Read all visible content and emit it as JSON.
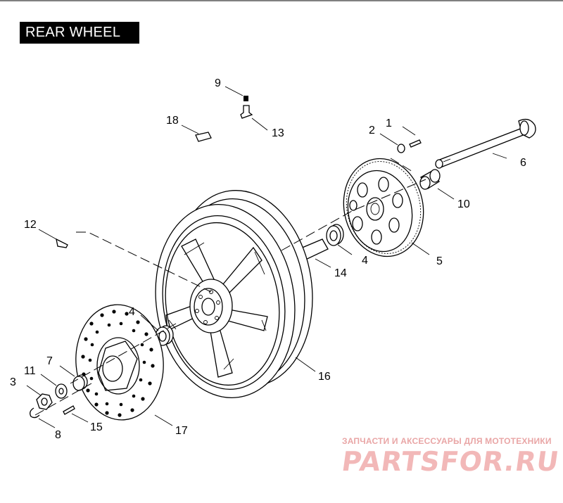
{
  "title": "REAR WHEEL",
  "callouts": {
    "c1": "1",
    "c2": "2",
    "c3": "3",
    "c4a": "4",
    "c4b": "4",
    "c5": "5",
    "c6": "6",
    "c7": "7",
    "c8": "8",
    "c9": "9",
    "c10": "10",
    "c11": "11",
    "c12": "12",
    "c13": "13",
    "c14": "14",
    "c15": "15",
    "c16": "16",
    "c17": "17",
    "c18": "18"
  },
  "watermark": {
    "subtitle": "ЗАПЧАСТИ И АКСЕССУАРЫ ДЛЯ МОТОТЕХНИКИ",
    "brand": "PARTSFOR.RU"
  }
}
